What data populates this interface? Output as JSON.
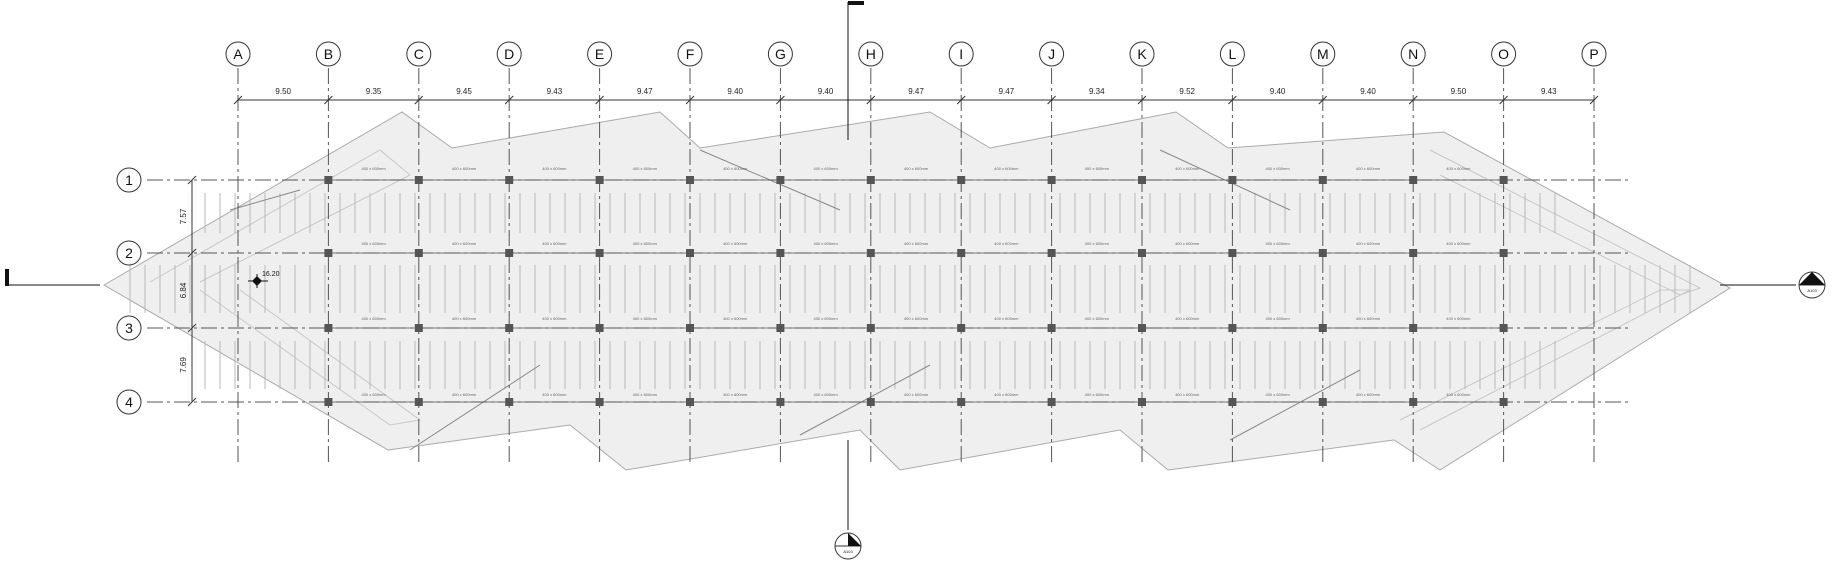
{
  "grid": {
    "columns": [
      "A",
      "B",
      "C",
      "D",
      "E",
      "F",
      "G",
      "H",
      "I",
      "J",
      "K",
      "L",
      "M",
      "N",
      "O",
      "P"
    ],
    "rows": [
      "1",
      "2",
      "3",
      "4"
    ],
    "col_spacings": [
      "9.50",
      "9.35",
      "9.45",
      "9.43",
      "9.47",
      "9.40",
      "9.40",
      "9.47",
      "9.47",
      "9.34",
      "9.52",
      "9.40",
      "9.40",
      "9.50",
      "9.43"
    ],
    "row_spacings": [
      "7.57",
      "6.84",
      "7.69"
    ]
  },
  "annotations": {
    "level_marker": "16.20",
    "section_ref": "A103",
    "joist_label": "400 x 600mm"
  }
}
